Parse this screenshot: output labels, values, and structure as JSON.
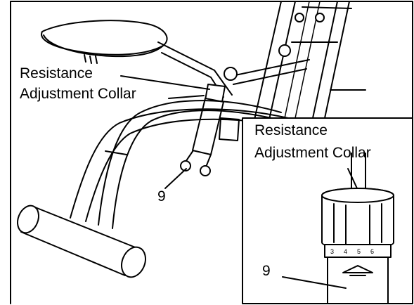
{
  "main_callout": {
    "label_line1": "Resistance",
    "label_line2": "Adjustment Collar",
    "part_number": "9"
  },
  "inset_callout": {
    "label_line1": "Resistance",
    "label_line2": "Adjustment Collar",
    "part_number": "9",
    "dial_numbers": [
      "3",
      "4",
      "5",
      "6"
    ]
  }
}
